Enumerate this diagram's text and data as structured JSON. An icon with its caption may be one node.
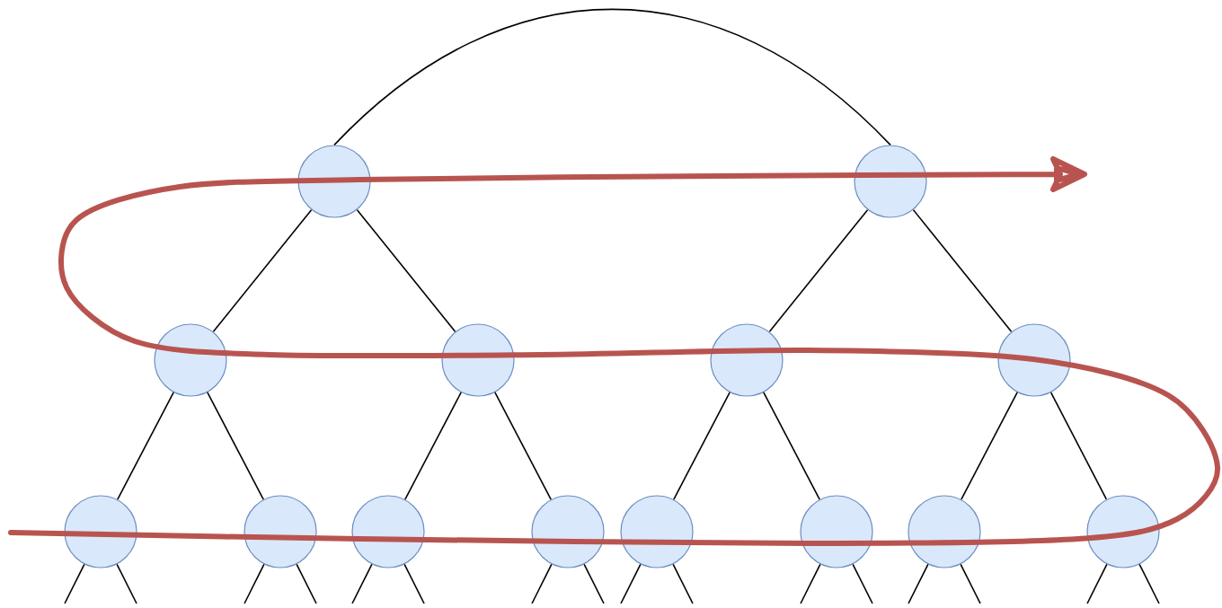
{
  "diagram": {
    "nodes": [
      {
        "text": [],
        "shape": "circle"
      },
      {
        "text": [],
        "shape": "circle"
      },
      {
        "text": [],
        "shape": "circle"
      },
      {
        "text": [],
        "shape": "circle"
      },
      {
        "text": [],
        "shape": "circle"
      },
      {
        "text": [],
        "shape": "circle"
      },
      {
        "text": [],
        "shape": "circle"
      },
      {
        "text": [],
        "shape": "circle"
      },
      {
        "text": [],
        "shape": "circle"
      },
      {
        "text": [],
        "shape": "circle"
      },
      {
        "text": [],
        "shape": "circle"
      },
      {
        "text": [],
        "shape": "circle"
      },
      {
        "text": [],
        "shape": "circle"
      },
      {
        "text": [],
        "shape": "circle"
      }
    ],
    "edges": [
      {
        "from": 0,
        "to": 1,
        "arrow": "none"
      },
      {
        "from": 0,
        "to": 2,
        "arrow": "none"
      },
      {
        "from": 0,
        "to": 3,
        "arrow": "none"
      },
      {
        "from": 1,
        "to": 4,
        "arrow": "none"
      },
      {
        "from": 1,
        "to": 5,
        "arrow": "none"
      },
      {
        "from": 2,
        "to": 6,
        "arrow": "none"
      },
      {
        "from": 2,
        "to": 7,
        "arrow": "none"
      },
      {
        "from": 3,
        "to": 8,
        "arrow": "none"
      },
      {
        "from": 3,
        "to": 9,
        "arrow": "none"
      },
      {
        "from": 4,
        "to": 10,
        "arrow": "none"
      },
      {
        "from": 4,
        "to": 11,
        "arrow": "none"
      },
      {
        "from": 5,
        "to": 12,
        "arrow": "none"
      },
      {
        "from": 5,
        "to": 13,
        "arrow": "none"
      },
      {
        "from": 6,
        "to": null,
        "arrow": "none"
      },
      {
        "from": 6,
        "to": null,
        "arrow": "none"
      },
      {
        "from": 7,
        "to": null,
        "arrow": "none"
      },
      {
        "from": 7,
        "to": null,
        "arrow": "none"
      },
      {
        "from": 8,
        "to": null,
        "arrow": "none"
      },
      {
        "from": 8,
        "to": null,
        "arrow": "none"
      },
      {
        "from": 9,
        "to": null,
        "arrow": "none"
      },
      {
        "from": 9,
        "to": null,
        "arrow": "none"
      },
      {
        "from": 10,
        "to": null,
        "arrow": "none"
      },
      {
        "from": 10,
        "to": null,
        "arrow": "none"
      },
      {
        "from": 11,
        "to": null,
        "arrow": "none"
      },
      {
        "from": 11,
        "to": null,
        "arrow": "none"
      },
      {
        "from": 12,
        "to": null,
        "arrow": "none"
      },
      {
        "from": 12,
        "to": null,
        "arrow": "none"
      },
      {
        "from": 13,
        "to": null,
        "arrow": "none"
      },
      {
        "from": 13,
        "to": null,
        "arrow": "none"
      }
    ]
  }
}
